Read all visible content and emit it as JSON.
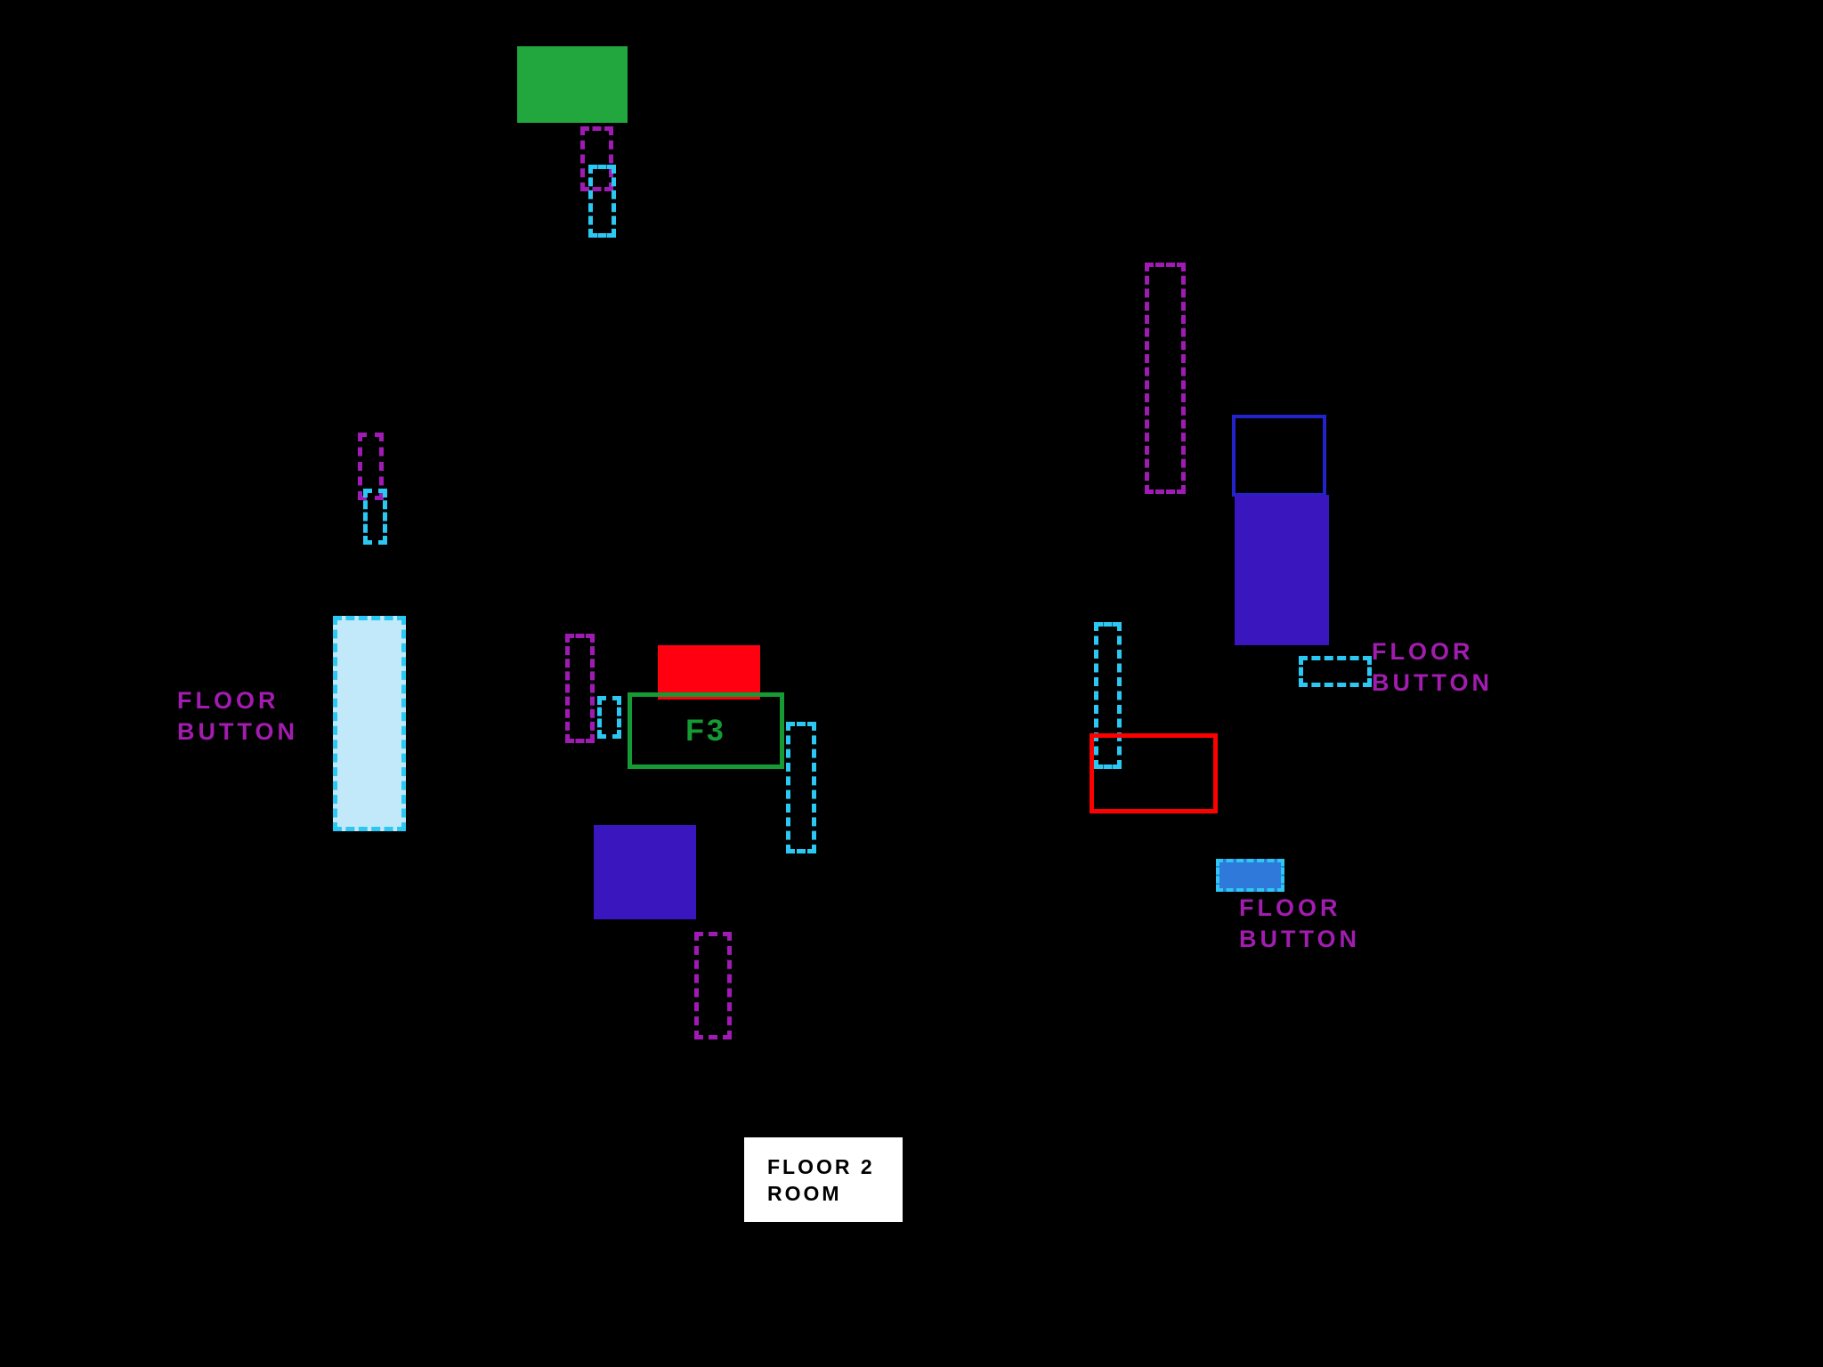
{
  "room": {
    "name_line1": "FLOOR 2",
    "name_line2": "ROOM"
  },
  "labels": {
    "f3_marker": "F3",
    "left_floor_button": {
      "line1": "FLOOR",
      "line2": "BUTTON"
    },
    "right_floor_button_upper": {
      "line1": "FLOOR",
      "line2": "BUTTON"
    },
    "right_floor_button_lower": {
      "line1": "FLOOR",
      "line2": "BUTTON"
    }
  },
  "colors": {
    "background": "#000000",
    "green_block": "#21A73D",
    "red_block": "#FF0011",
    "red_outline": "#FF0000",
    "indigo_block": "#3A16BE",
    "blue_outline": "#2323CC",
    "pale_cyan_block": "#C2E9F9",
    "cyan_dash": "#2BC8F4",
    "purple_dash": "#A01BB4",
    "label_purple": "#A21CAF",
    "f3_green": "#159A34",
    "small_button_blue": "#2E79D9"
  }
}
